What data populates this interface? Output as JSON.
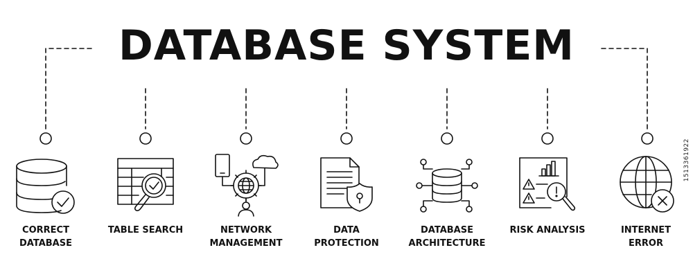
{
  "title": "DATABASE SYSTEM",
  "items": [
    {
      "label": [
        "CORRECT",
        "DATABASE"
      ],
      "icon": "database-check-icon"
    },
    {
      "label": [
        "TABLE SEARCH"
      ],
      "icon": "table-search-icon"
    },
    {
      "label": [
        "NETWORK",
        "MANAGEMENT"
      ],
      "icon": "network-management-icon"
    },
    {
      "label": [
        "DATA",
        "PROTECTION"
      ],
      "icon": "document-shield-icon"
    },
    {
      "label": [
        "DATABASE",
        "ARCHITECTURE"
      ],
      "icon": "database-architecture-icon"
    },
    {
      "label": [
        "RISK ANALYSIS"
      ],
      "icon": "risk-report-icon"
    },
    {
      "label": [
        "INTERNET",
        "ERROR"
      ],
      "icon": "globe-error-icon"
    }
  ],
  "watermark": "1513361922",
  "colors": {
    "ink": "#111111",
    "background": "#ffffff"
  }
}
